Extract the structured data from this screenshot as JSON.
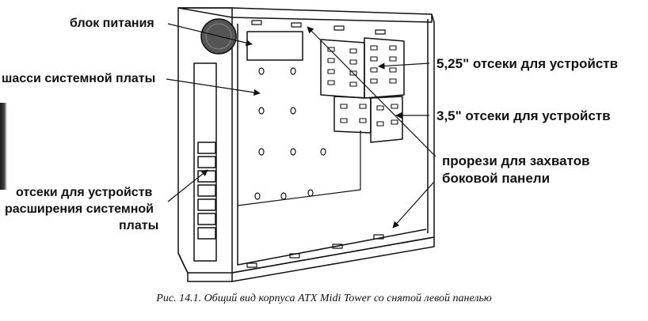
{
  "labels": {
    "power_supply": "блок питания",
    "motherboard_chassis": "шасси системной платы",
    "expansion_slots_line1": "отсеки для устройств",
    "expansion_slots_line2": "расширения системной",
    "expansion_slots_line3": "платы",
    "bays_525": "5,25\" отсеки для устройств",
    "bays_35": "3,5\" отсеки для устройств",
    "panel_slots_line1": "прорези для захватов",
    "panel_slots_line2": "боковой панели"
  },
  "caption": "Рис. 14.1. Общий вид корпуса ATX Midi Tower со снятой левой панелью",
  "colors": {
    "ink": "#111111",
    "fan": "#555555",
    "paper": "#ffffff"
  }
}
